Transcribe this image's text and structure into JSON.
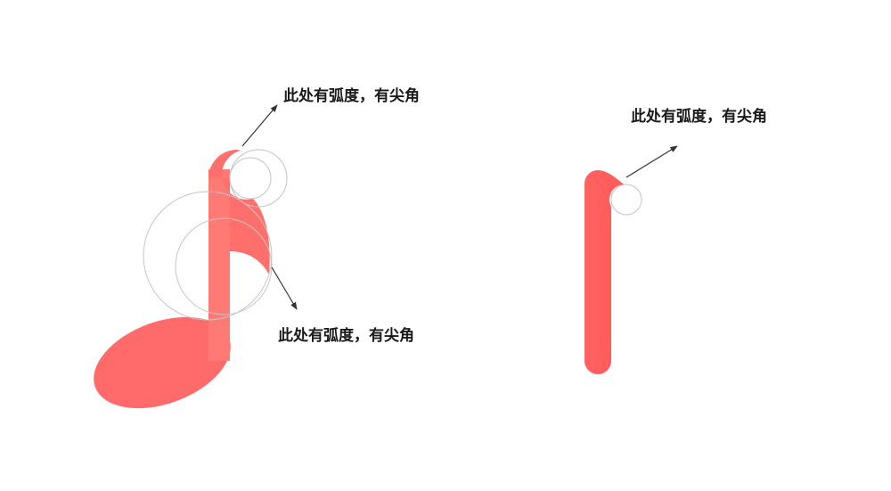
{
  "annotations": [
    {
      "label": "此处有弧度，有尖角"
    },
    {
      "label": "此处有弧度，有尖角"
    },
    {
      "label": "此处有弧度，有尖角"
    }
  ],
  "colors": {
    "accent": "#FF6B6B",
    "accent_light": "#FF7A75",
    "accent_deep": "#FF5A58",
    "guide": "#C4C4C4",
    "arrow": "#333333"
  }
}
